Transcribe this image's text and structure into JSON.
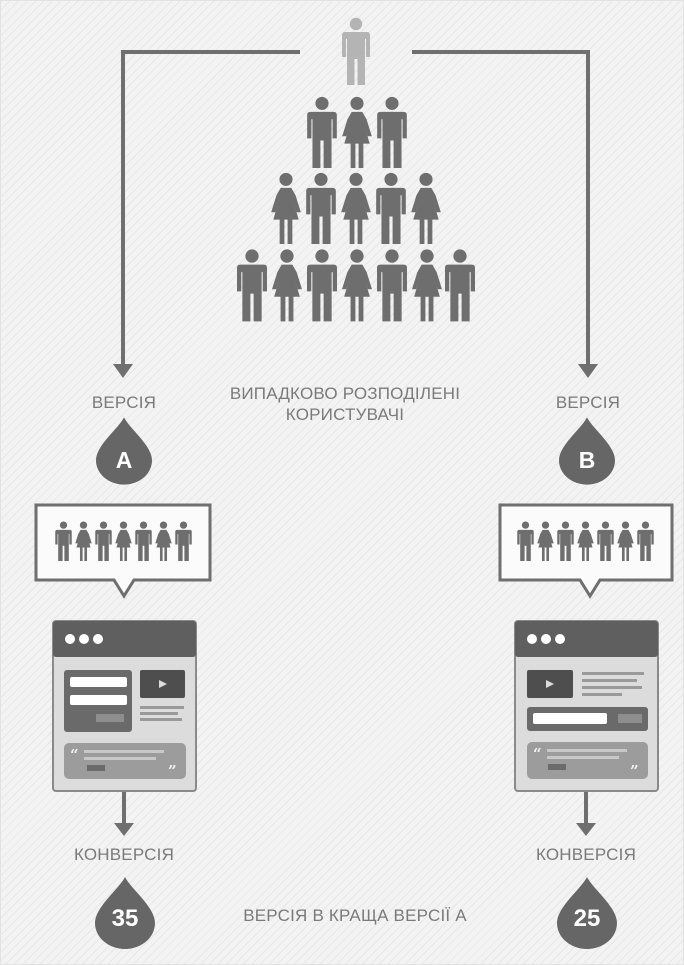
{
  "labels": {
    "version": "ВЕРСІЯ",
    "random_users_line1": "ВИПАДКОВО РОЗПОДІЛЕНІ",
    "random_users_line2": "КОРИСТУВАЧІ",
    "conversion": "КОНВЕРСІЯ",
    "result": "ВЕРСІЯ В КРАЩА ВЕРСІЇ А"
  },
  "variants": {
    "a": {
      "letter": "A",
      "conversions": "35"
    },
    "b": {
      "letter": "B",
      "conversions": "25"
    }
  },
  "colors": {
    "figure": "#6e6e6e",
    "top_figure": "#b4b4b4",
    "arrow": "#6f6f6f",
    "drop": "#666666",
    "text": "#7a7a7a",
    "background": "#f3f3f3"
  },
  "icons": {
    "person": "person-icon",
    "user_group": "user-group-icon",
    "drop": "drop-badge-icon",
    "page_mockup": "web-page-mockup-icon",
    "play": "play-icon",
    "quote": "quote-icon"
  }
}
